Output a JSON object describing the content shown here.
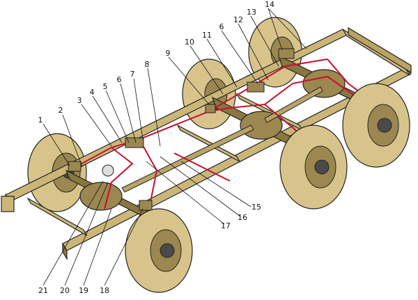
{
  "diagram": {
    "colors": {
      "frame": "#cbb678",
      "frame_dark": "#8a7640",
      "tire": "#d8c48a",
      "tire_dark": "#9c8750",
      "hub": "#4a4a4a",
      "brake_line": "#c8102e",
      "outline": "#222222"
    },
    "callouts": [
      {
        "id": "c1",
        "label": "1"
      },
      {
        "id": "c2",
        "label": "2"
      },
      {
        "id": "c3",
        "label": "3"
      },
      {
        "id": "c4",
        "label": "4"
      },
      {
        "id": "c5",
        "label": "5"
      },
      {
        "id": "c6a",
        "label": "6"
      },
      {
        "id": "c7",
        "label": "7"
      },
      {
        "id": "c8",
        "label": "8"
      },
      {
        "id": "c9",
        "label": "9"
      },
      {
        "id": "c10",
        "label": "10"
      },
      {
        "id": "c11",
        "label": "11"
      },
      {
        "id": "c6b",
        "label": "6"
      },
      {
        "id": "c12",
        "label": "12"
      },
      {
        "id": "c13",
        "label": "13"
      },
      {
        "id": "c14",
        "label": "14"
      },
      {
        "id": "c15",
        "label": "15"
      },
      {
        "id": "c16",
        "label": "16"
      },
      {
        "id": "c17",
        "label": "17"
      },
      {
        "id": "c18",
        "label": "18"
      },
      {
        "id": "c19",
        "label": "19"
      },
      {
        "id": "c20",
        "label": "20"
      },
      {
        "id": "c21",
        "label": "21"
      }
    ]
  }
}
